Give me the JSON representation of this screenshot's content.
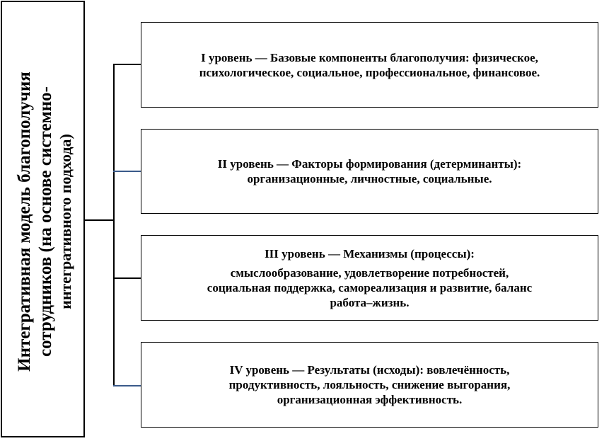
{
  "main": {
    "line1": "Интегративная модель благополучия",
    "line2": "сотрудников (на основе системно-",
    "line3": "интегративного подхода)"
  },
  "levels": [
    {
      "lines": [
        "I уровень — Базовые компоненты благополучия: физическое,",
        "психологическое, социальное, профессиональное, финансовое."
      ]
    },
    {
      "lines": [
        "II уровень — Факторы формирования (детерминанты):",
        "организационные, личностные, социальные."
      ]
    },
    {
      "lines": [
        "III уровень — Механизмы (процессы):",
        "смыслообразование, удовлетворение потребностей,",
        "социальная поддержка, самореализация и развитие,  баланс",
        "работа–жизнь."
      ]
    },
    {
      "lines": [
        "IV уровень — Результаты (исходы): вовлечённость,",
        "продуктивность, лояльность, снижение выгорания,",
        "организационная эффективность."
      ]
    }
  ]
}
